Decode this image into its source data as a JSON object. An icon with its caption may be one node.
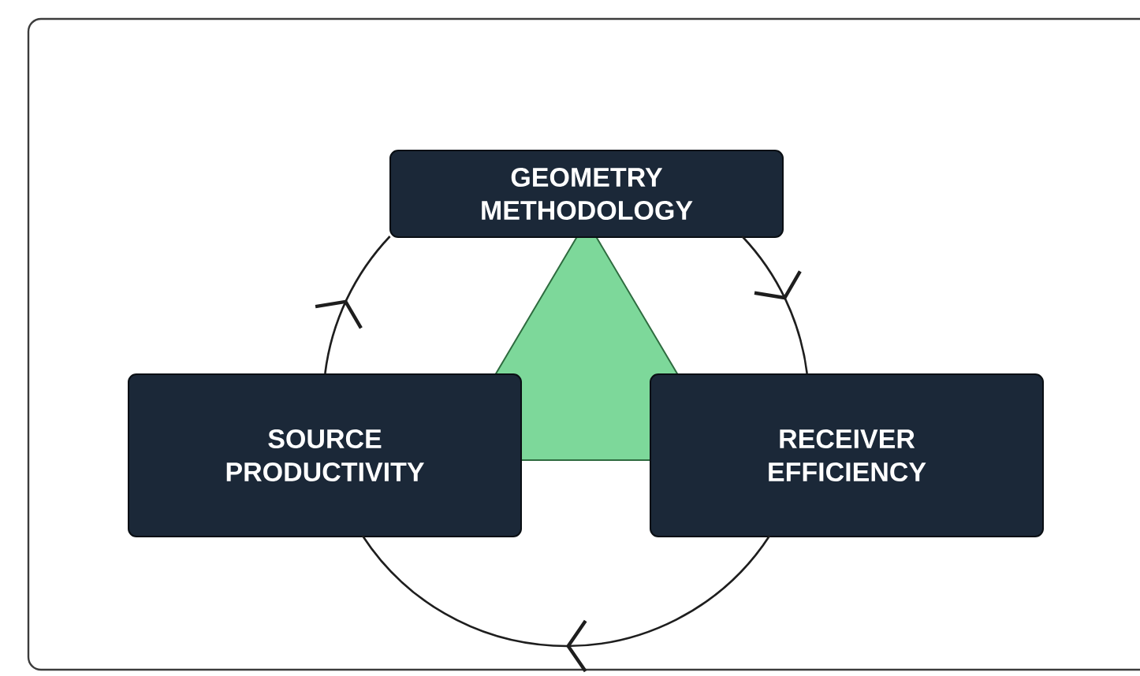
{
  "diagram": {
    "nodes": [
      {
        "text": [
          "GEOMETRY METHODOLOGY"
        ]
      },
      {
        "text": [
          "SOURCE PRODUCTIVITY"
        ]
      },
      {
        "text": [
          "RECEIVER EFFICIENCY"
        ]
      }
    ],
    "edges": [
      {
        "from": 0,
        "to": 2,
        "arrow": "to"
      },
      {
        "from": 2,
        "to": 1,
        "arrow": "to"
      },
      {
        "from": 1,
        "to": 0,
        "arrow": "to"
      }
    ]
  }
}
